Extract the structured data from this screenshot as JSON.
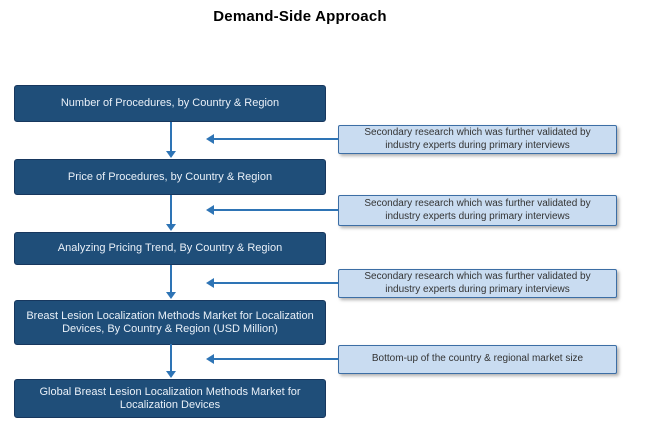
{
  "title": "Demand-Side Approach",
  "colors": {
    "flow_box_fill": "#1F4E79",
    "flow_box_text": "#E9F0F8",
    "callout_fill": "#C9DCF1",
    "callout_border": "#3C6EA5",
    "callout_text": "#333333",
    "arrow": "#2E74B5"
  },
  "flow_steps": [
    {
      "label": "Number of Procedures, by Country & Region"
    },
    {
      "label": "Price of Procedures, by Country & Region"
    },
    {
      "label": "Analyzing Pricing Trend, By Country & Region"
    },
    {
      "label": "Breast Lesion Localization Methods Market for Localization Devices, By Country & Region (USD Million)"
    },
    {
      "label": "Global Breast Lesion Localization Methods Market for Localization Devices"
    }
  ],
  "callouts": [
    {
      "lines": [
        "Secondary research which was further validated  by",
        "industry experts during primary interviews"
      ]
    },
    {
      "lines": [
        "Secondary research which was further validated  by",
        "industry experts during primary interviews"
      ]
    },
    {
      "lines": [
        "Secondary research which was further validated  by",
        "industry experts during primary interviews"
      ]
    },
    {
      "lines": [
        "Bottom-up  of the country & regional market size"
      ]
    }
  ]
}
